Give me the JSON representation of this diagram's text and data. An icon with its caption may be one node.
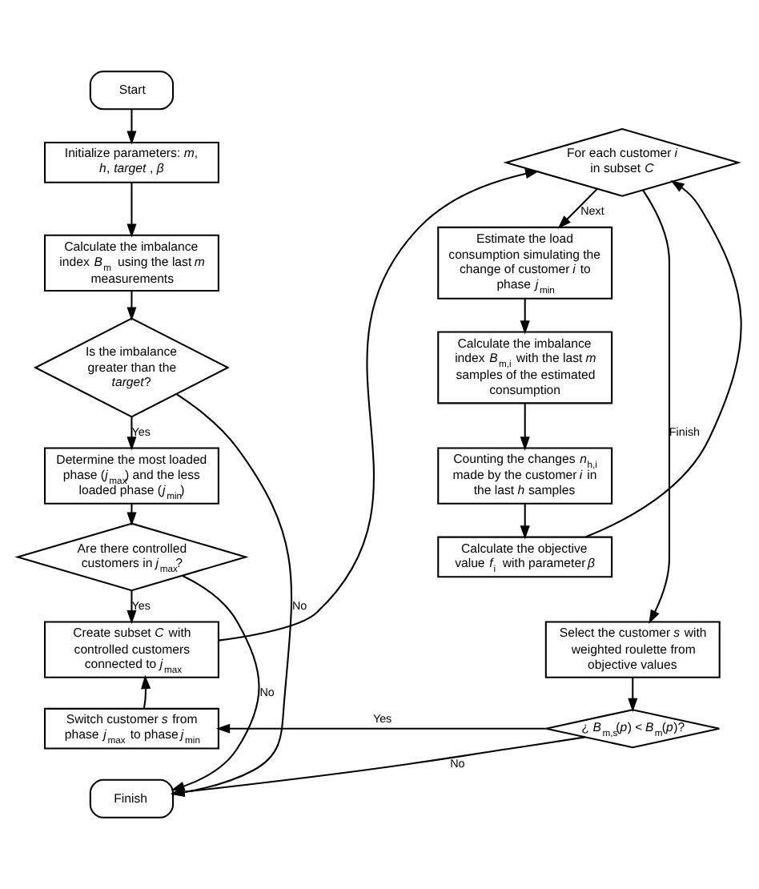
{
  "diagram": {
    "nodes": [
      {
        "text": [
          "Start"
        ]
      },
      {
        "text": [
          "Initialize parameters: *m*, *h*, *target* , *β*"
        ]
      },
      {
        "text": [
          "Calculate the imbalance index *B*$_{m}$ using the last *m* measurements"
        ]
      },
      {
        "text": [
          "Is the imbalance greater than the *target*?"
        ]
      },
      {
        "text": [
          "Determine the most loaded phase (*j*$_{max}$) and the less loaded phase (*j*$_{min}$)"
        ]
      },
      {
        "text": [
          "Are there controlled customers in *j*$_{max}$?"
        ]
      },
      {
        "text": [
          "Create subset *C* with controlled customers connected to *j*$_{max}$"
        ]
      },
      {
        "text": [
          "Switch customer *s* from phase *j*$_{max}$ to phase *j*$_{min}$"
        ]
      },
      {
        "text": [
          "Finish"
        ]
      },
      {
        "text": [
          "For each customer *i* in subset *C*"
        ]
      },
      {
        "text": [
          "Estimate the load consumption simulating the change of customer *i* to phase *j*$_{min}$"
        ]
      },
      {
        "text": [
          "Calculate the imbalance index *B*$_{m,i}$ with the last *m* samples of the estimated consumption"
        ]
      },
      {
        "text": [
          "Counting the changes *n*$_{h,i}$ made by the customer *i* in the last *h* samples"
        ]
      },
      {
        "text": [
          "Calculate the objective value *f*$_{i}$ with parameter *β*"
        ]
      },
      {
        "text": [
          "Select the customer *s* with weighted roulette from objective values"
        ]
      },
      {
        "text": [
          "¿ *B*$_{m,s}$(*p*) < *B*$_{m}$(*p*)?"
        ]
      }
    ],
    "edges": [
      {
        "from": 0,
        "to": 1,
        "arrow": "to"
      },
      {
        "from": 1,
        "to": 2,
        "arrow": "to"
      },
      {
        "from": 2,
        "to": 3,
        "arrow": "to"
      },
      {
        "from": 3,
        "to": 4,
        "arrow": "to",
        "label": "Yes"
      },
      {
        "from": 3,
        "to": 8,
        "arrow": "to",
        "label": "No"
      },
      {
        "from": 4,
        "to": 5,
        "arrow": "to"
      },
      {
        "from": 5,
        "to": 6,
        "arrow": "to",
        "label": "Yes"
      },
      {
        "from": 5,
        "to": 8,
        "arrow": "to",
        "label": "No"
      },
      {
        "from": 6,
        "to": 9,
        "arrow": "to"
      },
      {
        "from": 9,
        "to": 10,
        "arrow": "to",
        "label": "Next"
      },
      {
        "from": 10,
        "to": 11,
        "arrow": "to"
      },
      {
        "from": 11,
        "to": 12,
        "arrow": "to"
      },
      {
        "from": 12,
        "to": 13,
        "arrow": "to"
      },
      {
        "from": 13,
        "to": 9,
        "arrow": "to"
      },
      {
        "from": 9,
        "to": 14,
        "arrow": "to",
        "label": "Finish"
      },
      {
        "from": 14,
        "to": 15,
        "arrow": "to"
      },
      {
        "from": 15,
        "to": 7,
        "arrow": "to",
        "label": "Yes"
      },
      {
        "from": 15,
        "to": 8,
        "arrow": "to",
        "label": "No"
      },
      {
        "from": 7,
        "to": 6,
        "arrow": "to"
      }
    ]
  }
}
